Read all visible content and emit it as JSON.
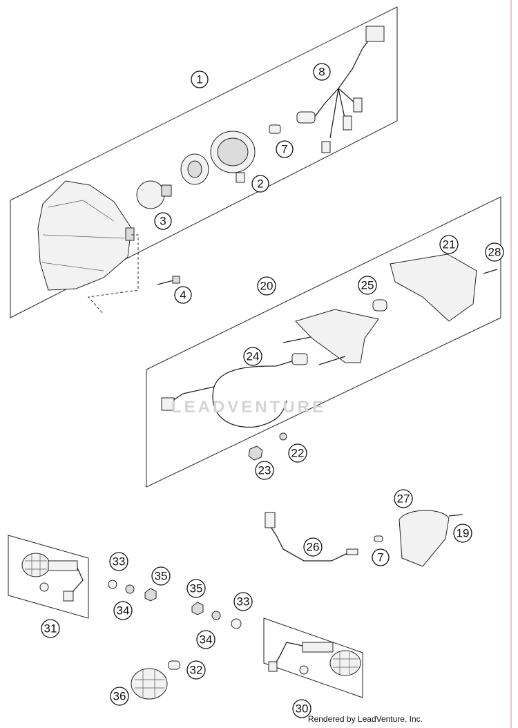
{
  "diagram": {
    "callouts": [
      "1",
      "2",
      "3",
      "4",
      "7",
      "8",
      "20",
      "21",
      "22",
      "23",
      "24",
      "25",
      "28",
      "26",
      "27",
      "7",
      "19",
      "31",
      "33",
      "34",
      "35",
      "35",
      "33",
      "34",
      "32",
      "36",
      "30"
    ]
  },
  "watermark": "LEADVENTURE",
  "credit": "Rendered by LeadVenture, Inc."
}
